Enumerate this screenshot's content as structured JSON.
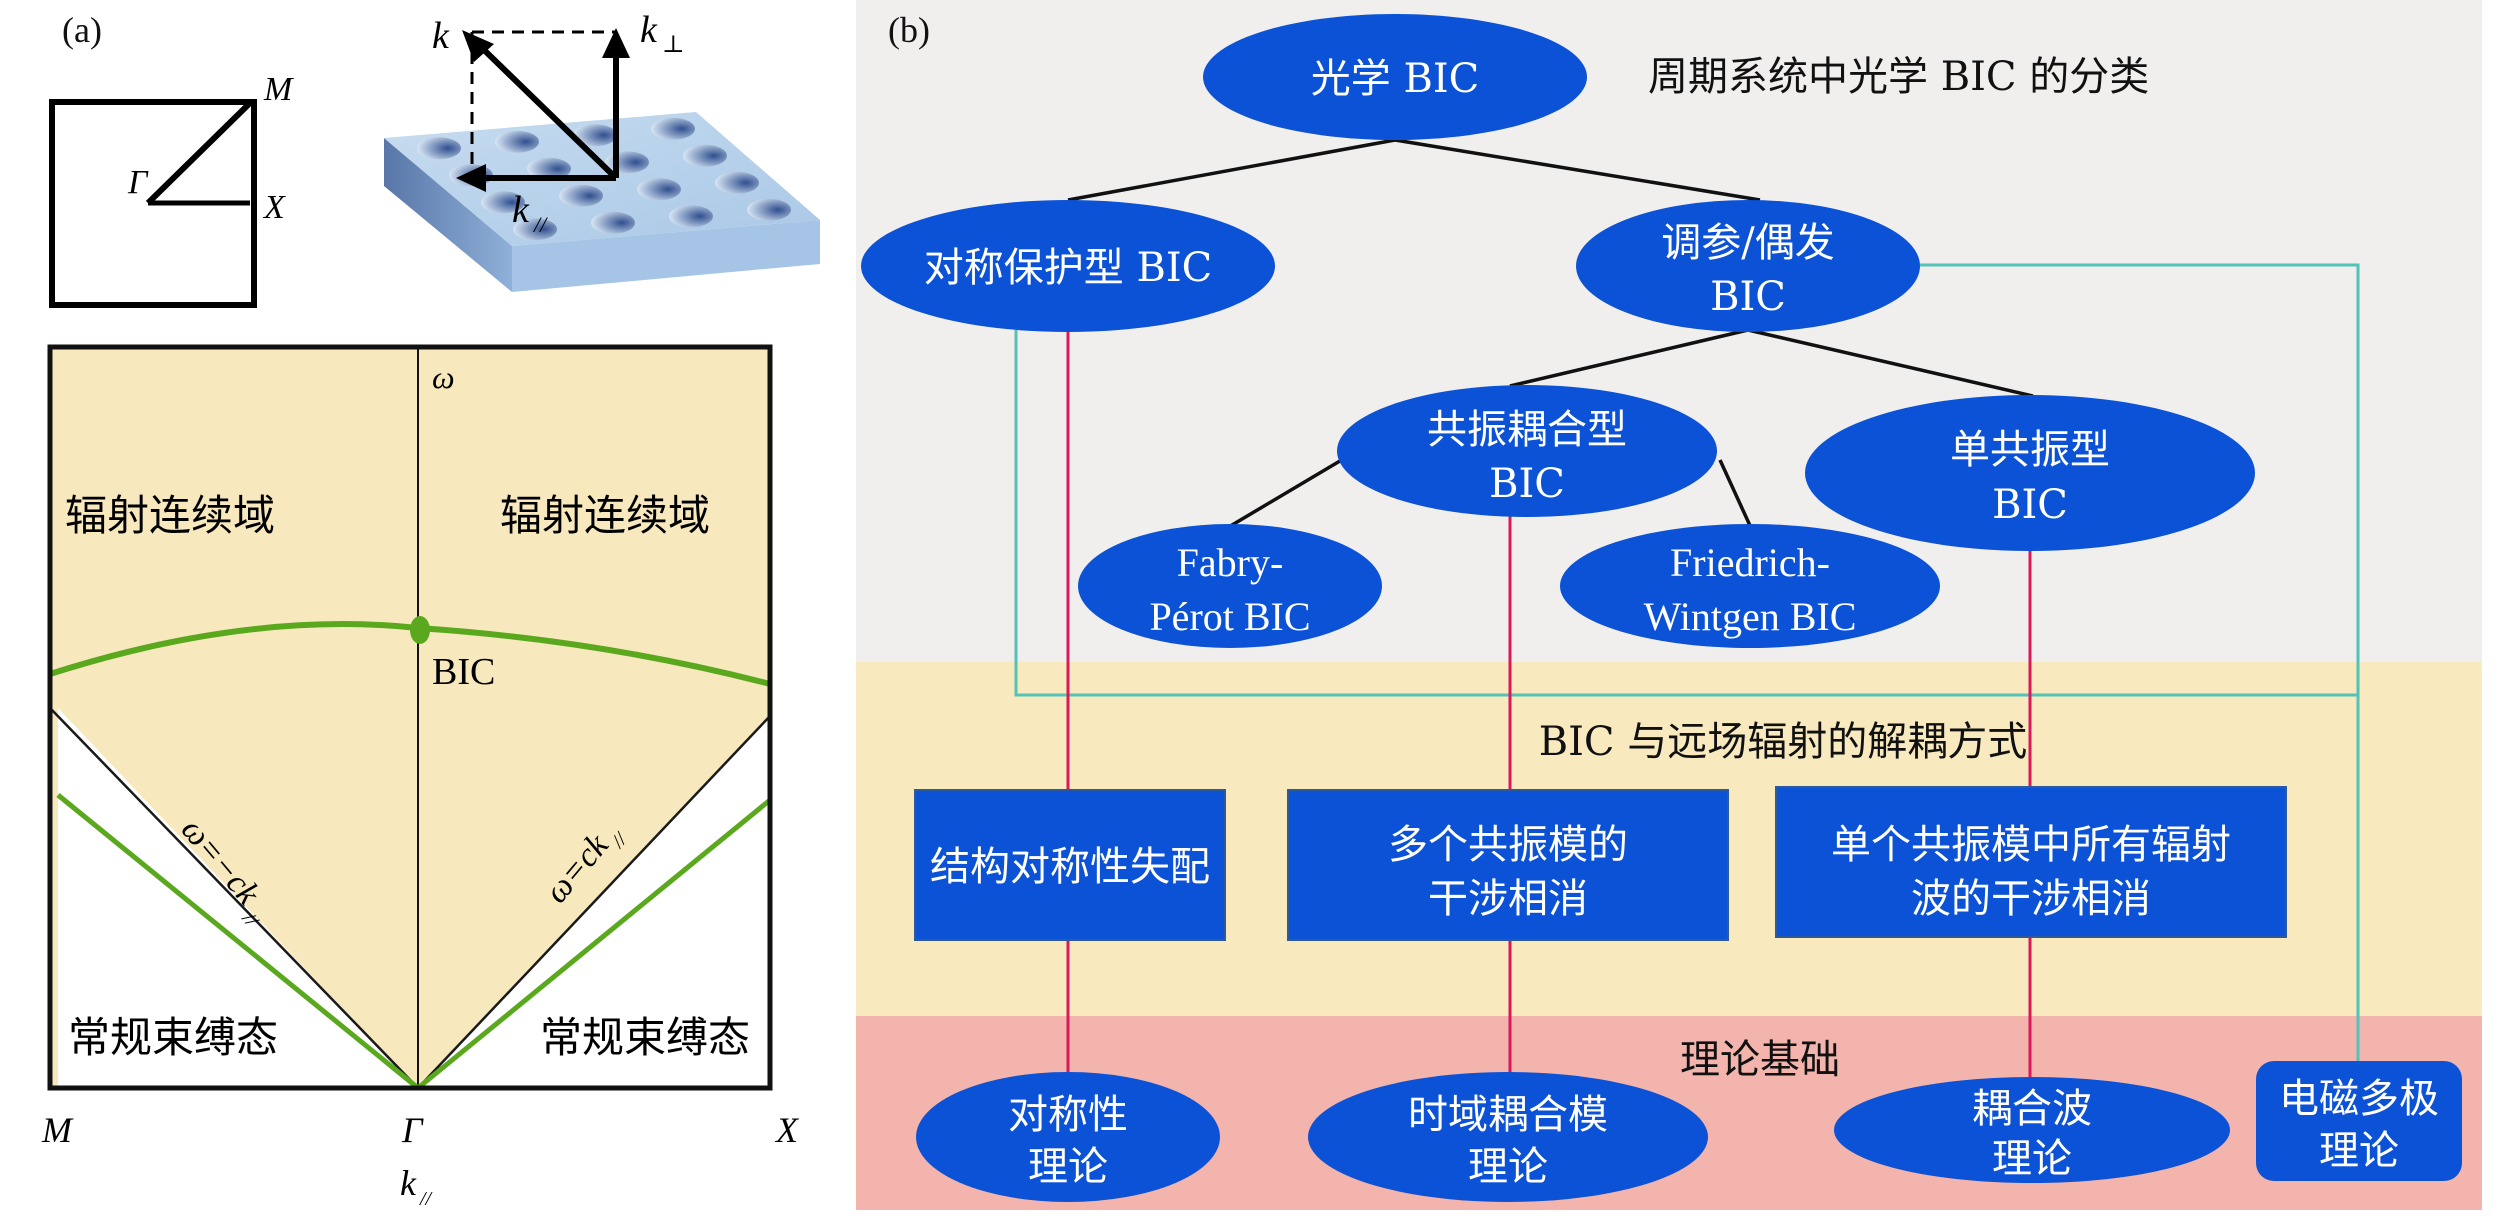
{
  "panel_a": {
    "label": "(a)",
    "brillouin_zone": {
      "gamma": "Γ",
      "m": "M",
      "x": "X"
    },
    "slab": {
      "k": "k",
      "k_perp": "k",
      "k_perp_sub": "⊥",
      "k_par": "k",
      "k_par_sub": "//"
    },
    "band_diagram": {
      "axis_omega": "ω",
      "radiation_continuum_left": "辐射连续域",
      "radiation_continuum_right": "辐射连续域",
      "bic_label": "BIC",
      "light_line_left": "ω=−ck",
      "light_line_left_sub": "//",
      "light_line_right": "ω=ck",
      "light_line_right_sub": "//",
      "bound_state_left": "常规束缚态",
      "bound_state_right": "常规束缚态",
      "tick_m": "M",
      "tick_gamma": "Γ",
      "tick_x": "X",
      "x_axis_label": "k",
      "x_axis_label_sub": "//"
    },
    "colors": {
      "continuum": "#f7e9bd",
      "band": "#5aa81e",
      "bound": "#ffffff"
    }
  },
  "panel_b": {
    "label": "(b)",
    "title": "周期系统中光学 BIC 的分类",
    "nodes": {
      "root": [
        "光学 BIC"
      ],
      "symmetry_protected": [
        "对称保护型 BIC"
      ],
      "tuned_accidental": [
        "调参/偶发",
        "BIC"
      ],
      "resonance_coupling": [
        "共振耦合型",
        "BIC"
      ],
      "single_resonance": [
        "单共振型",
        "BIC"
      ],
      "fabry_perot": [
        "Fabry-",
        "Pérot BIC"
      ],
      "friedrich_wintgen": [
        "Friedrich-",
        "Wintgen BIC"
      ]
    },
    "decoupling": {
      "heading": "BIC 与远场辐射的解耦方式",
      "boxes": [
        [
          "结构对称性失配"
        ],
        [
          "多个共振模的",
          "干涉相消"
        ],
        [
          "单个共振模中所有辐射",
          "波的干涉相消"
        ]
      ]
    },
    "theory": {
      "heading": "理论基础",
      "items": [
        [
          "对称性",
          "理论"
        ],
        [
          "时域耦合模",
          "理论"
        ],
        [
          "耦合波",
          "理论"
        ],
        [
          "电磁多极",
          "理论"
        ]
      ]
    },
    "colors": {
      "node": "#0b52d6",
      "band_top": "#f1eeee",
      "band_mid": "#f8e9be",
      "band_bottom": "#f2b4ad",
      "link_red": "#d9195a",
      "link_teal": "#52c3b6"
    }
  }
}
